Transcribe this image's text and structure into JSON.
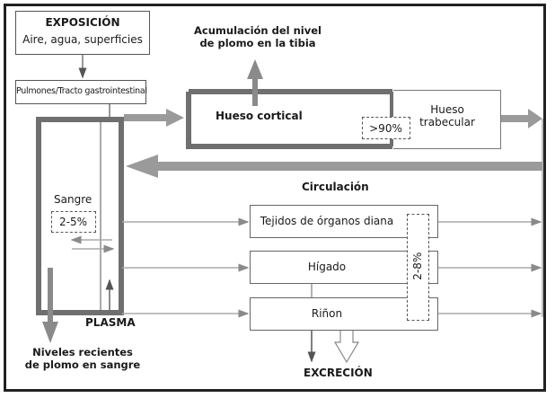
{
  "diagram": {
    "exposure": {
      "title": "EXPOSICIÓN",
      "subtitle": "Aire, agua, superficies"
    },
    "intake": "Pulmones/Tracto gastrointestinal",
    "tibia_accumulation": {
      "line1": "Acumulación del nivel",
      "line2": "de plomo en la tibia"
    },
    "cortical_bone": "Hueso cortical",
    "trabecular_bone": {
      "line1": "Hueso",
      "line2": "trabecular"
    },
    "bone_share": ">90%",
    "circulation": "Circulación",
    "blood": "Sangre",
    "blood_share": "2-5%",
    "plasma": "PLASMA",
    "recent_levels": {
      "line1": "Niveles recientes",
      "line2": "de plomo en sangre"
    },
    "organs": [
      {
        "label": "Tejidos de órganos diana"
      },
      {
        "label": "Hígado"
      },
      {
        "label": "Riñon"
      }
    ],
    "organ_share": "2-8%",
    "excretion": "EXCRECIÓN"
  }
}
